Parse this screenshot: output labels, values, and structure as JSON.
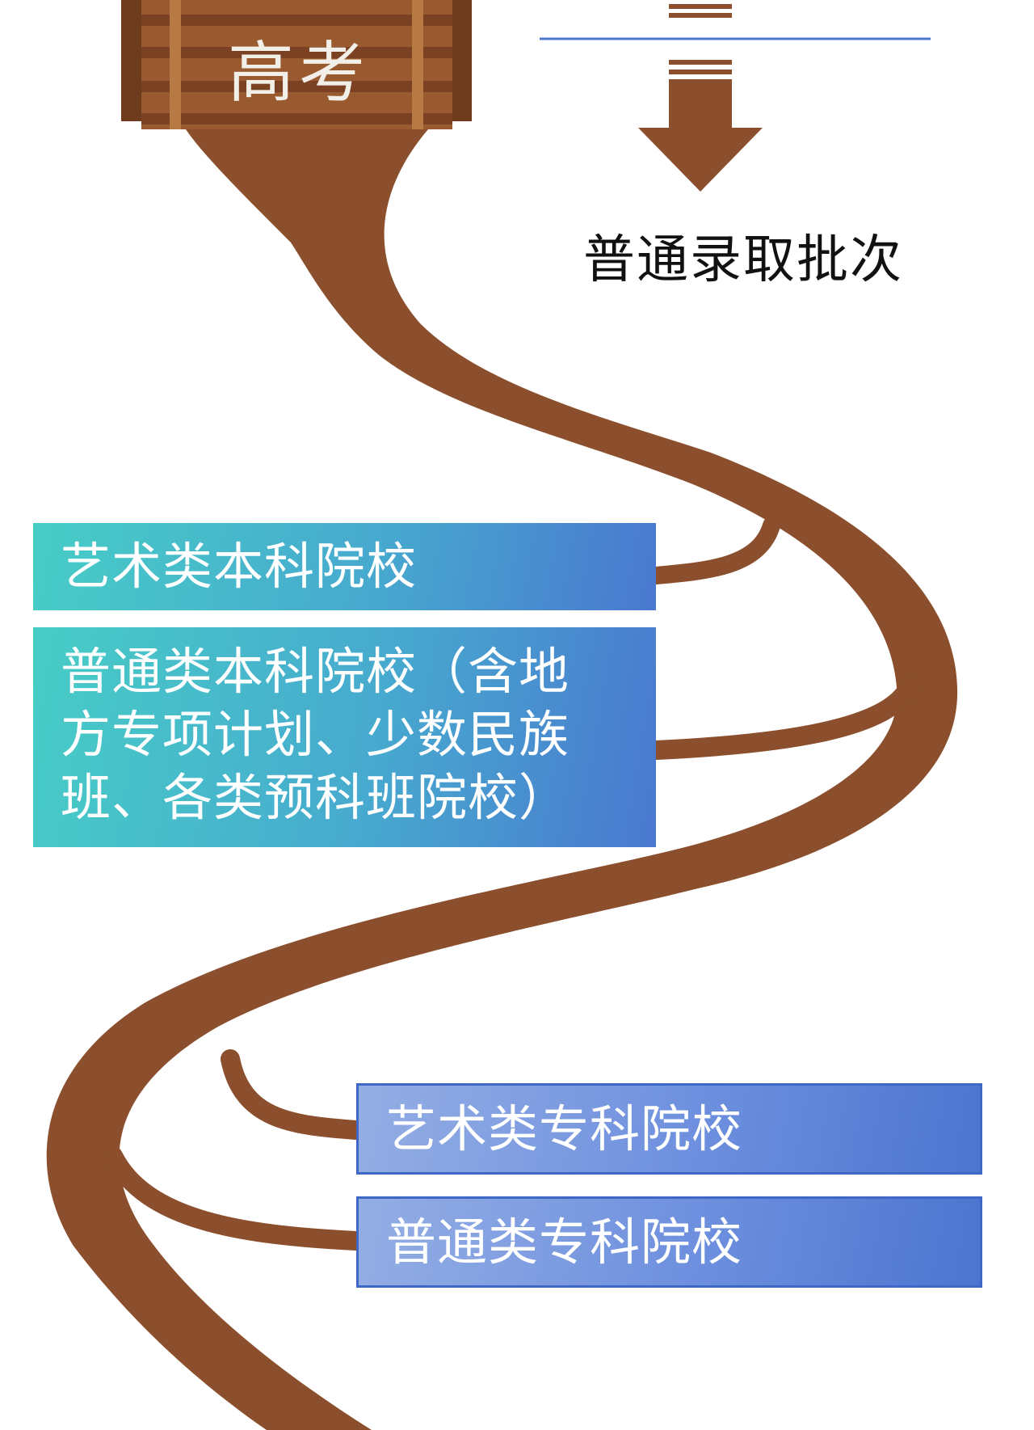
{
  "header": {
    "gate_label": "高考",
    "batch_title": "普通录取批次"
  },
  "branches": {
    "art_undergraduate": "艺术类本科院校",
    "general_undergraduate": "普通类本科院校（含地方专项计划、少数民族班、各类预科班院校）",
    "art_junior_college": "艺术类专科院校",
    "general_junior_college": "普通类专科院校"
  },
  "colors": {
    "road": "#8b4f2d",
    "arrow": "#8b4f2d",
    "divider": "#4a78c8",
    "teal_box": "#47c9c8",
    "blue_box": "#4a78cf"
  }
}
